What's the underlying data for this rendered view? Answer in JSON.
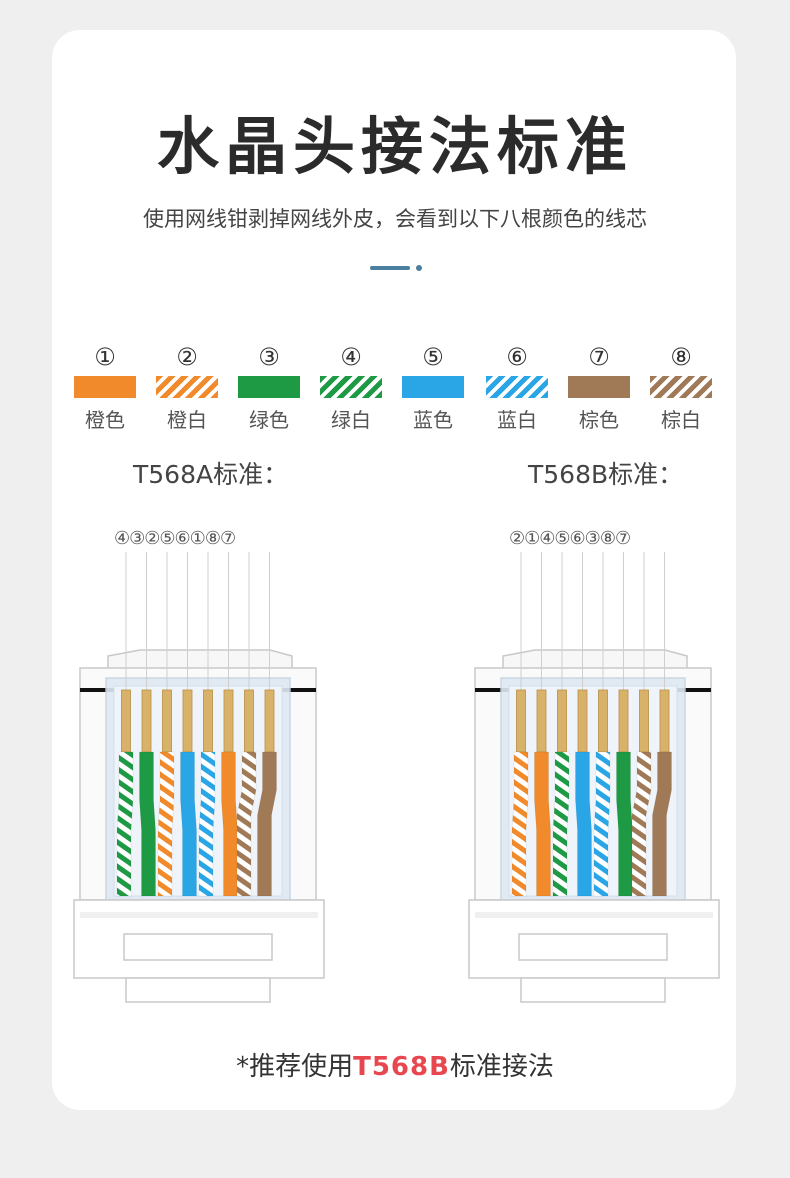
{
  "title": "水晶头接法标准",
  "subtitle": "使用网线钳剥掉网线外皮，会看到以下八根颜色的线芯",
  "colors": {
    "orange": "#f08a2b",
    "green": "#1e9a45",
    "blue": "#2aa6e6",
    "brown": "#a07a56",
    "accent": "#4a7fa0",
    "highlight": "#e8474f"
  },
  "wires": [
    {
      "num": "①",
      "label": "橙色",
      "color": "orange",
      "striped": false
    },
    {
      "num": "②",
      "label": "橙白",
      "color": "orange",
      "striped": true
    },
    {
      "num": "③",
      "label": "绿色",
      "color": "green",
      "striped": false
    },
    {
      "num": "④",
      "label": "绿白",
      "color": "green",
      "striped": true
    },
    {
      "num": "⑤",
      "label": "蓝色",
      "color": "blue",
      "striped": false
    },
    {
      "num": "⑥",
      "label": "蓝白",
      "color": "blue",
      "striped": true
    },
    {
      "num": "⑦",
      "label": "棕色",
      "color": "brown",
      "striped": false
    },
    {
      "num": "⑧",
      "label": "棕白",
      "color": "brown",
      "striped": true
    }
  ],
  "standards": [
    {
      "label": "T568A标准：",
      "sequence": "④③②⑤⑥①⑧⑦",
      "order": [
        4,
        3,
        2,
        5,
        6,
        1,
        8,
        7
      ]
    },
    {
      "label": "T568B标准：",
      "sequence": "②①④⑤⑥③⑧⑦",
      "order": [
        2,
        1,
        4,
        5,
        6,
        3,
        8,
        7
      ]
    }
  ],
  "recommend": {
    "prefix": "*推荐使用",
    "highlight": "T568B",
    "suffix": "标准接法"
  }
}
